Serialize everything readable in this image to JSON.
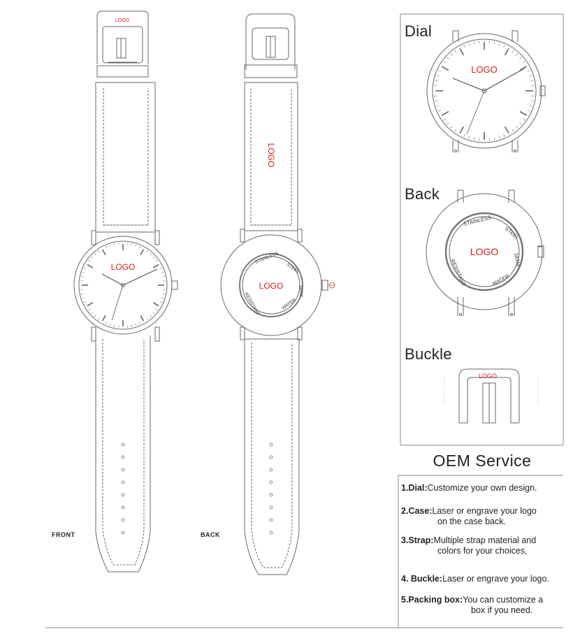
{
  "logo_text": "LOGO",
  "labels": {
    "front": "FRONT",
    "back": "BACK"
  },
  "caseback_ring": {
    "top_left": "STAINLESS",
    "top_right": "STEEL",
    "right": "3ATM",
    "bottom_right": "WATER",
    "bottom_left": "RESISTANT"
  },
  "sections": {
    "dial": "Dial",
    "back": "Back",
    "buckle": "Buckle"
  },
  "oem": {
    "title": "OEM Service",
    "items": [
      {
        "key": "1.Dial:",
        "line1": "Customize your own design.",
        "line2": ""
      },
      {
        "key": "2.Case:",
        "line1": "Laser or engrave  your  logo",
        "line2": "on the case back."
      },
      {
        "key": "3.Strap:",
        "line1": "Multiple  strap  material  and",
        "line2": "colors for your choices,"
      },
      {
        "key": "4.  Buckle:",
        "line1": "Laser or engrave your logo.",
        "line2": ""
      },
      {
        "key": "5.Packing box:",
        "line1": "You can customize a",
        "line2": "box  if you need."
      }
    ]
  },
  "colors": {
    "logo": "#e0191b",
    "line": "#555555",
    "text": "#222222"
  }
}
